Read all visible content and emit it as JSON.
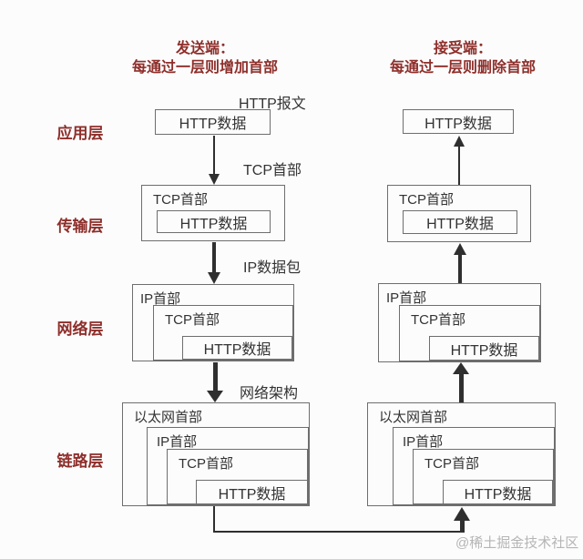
{
  "colors": {
    "accent_red": "#8e2f2b",
    "box_border": "#6e6e6e",
    "arrow": "#2f2f2f",
    "text": "#333333",
    "watermark": "#b5b5b5",
    "background": "#fcfcfc"
  },
  "sender": {
    "title": "发送端：",
    "subtitle": "每通过一层则增加首部"
  },
  "receiver": {
    "title": "接受端：",
    "subtitle": "每通过一层则删除首部"
  },
  "layers": {
    "application": "应用层",
    "transport": "传输层",
    "network": "网络层",
    "link": "链路层"
  },
  "labels": {
    "http_message": "HTTP报文",
    "tcp_header": "TCP首部",
    "ip_packet": "IP数据包",
    "network_arch": "网络架构"
  },
  "boxes": {
    "http_data": "HTTP数据",
    "tcp_header": "TCP首部",
    "ip_header": "IP首部",
    "ethernet_header": "以太网首部"
  },
  "watermark": "@稀土掘金技术社区"
}
